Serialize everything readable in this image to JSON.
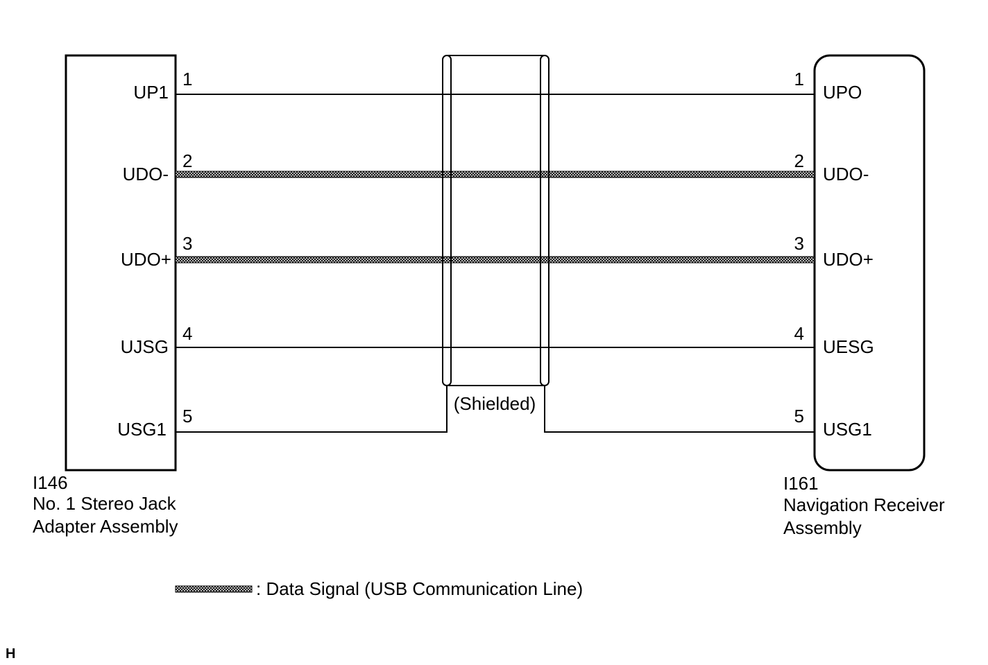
{
  "left_connector": {
    "code": "I146",
    "name_line1": "No. 1 Stereo Jack",
    "name_line2": "Adapter Assembly",
    "pins": [
      {
        "num": "1",
        "name": "UP1"
      },
      {
        "num": "2",
        "name": "UDO-"
      },
      {
        "num": "3",
        "name": "UDO+"
      },
      {
        "num": "4",
        "name": "UJSG"
      },
      {
        "num": "5",
        "name": "USG1"
      }
    ]
  },
  "right_connector": {
    "code": "I161",
    "name_line1": "Navigation Receiver",
    "name_line2": "Assembly",
    "pins": [
      {
        "num": "1",
        "name": "UPO"
      },
      {
        "num": "2",
        "name": "UDO-"
      },
      {
        "num": "3",
        "name": "UDO+"
      },
      {
        "num": "4",
        "name": "UESG"
      },
      {
        "num": "5",
        "name": "USG1"
      }
    ]
  },
  "shield_label": "(Shielded)",
  "legend": {
    "text": ": Data Signal (USB Communication Line)"
  },
  "corner_mark": "H"
}
